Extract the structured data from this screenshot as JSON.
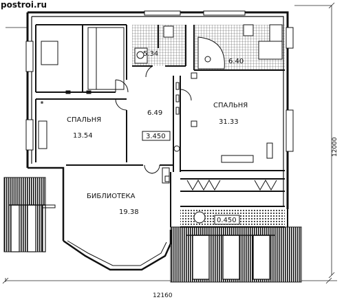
{
  "site": {
    "brand": "postroi.ru"
  },
  "rooms": {
    "bedroom_left": {
      "name": "СПАЛЬНЯ",
      "area": "13.54"
    },
    "bedroom_right": {
      "name": "СПАЛЬНЯ",
      "area": "31.33"
    },
    "library": {
      "name": "БИБЛИОТЕКА",
      "area": "19.38"
    },
    "bath_left": {
      "area": "5.34"
    },
    "bath_right": {
      "area": "6.40"
    },
    "hall": {
      "area": "6.49"
    }
  },
  "levels": {
    "main": "3.450",
    "stair": "0.450"
  },
  "dimensions": {
    "width": "12160",
    "depth": "12000"
  }
}
